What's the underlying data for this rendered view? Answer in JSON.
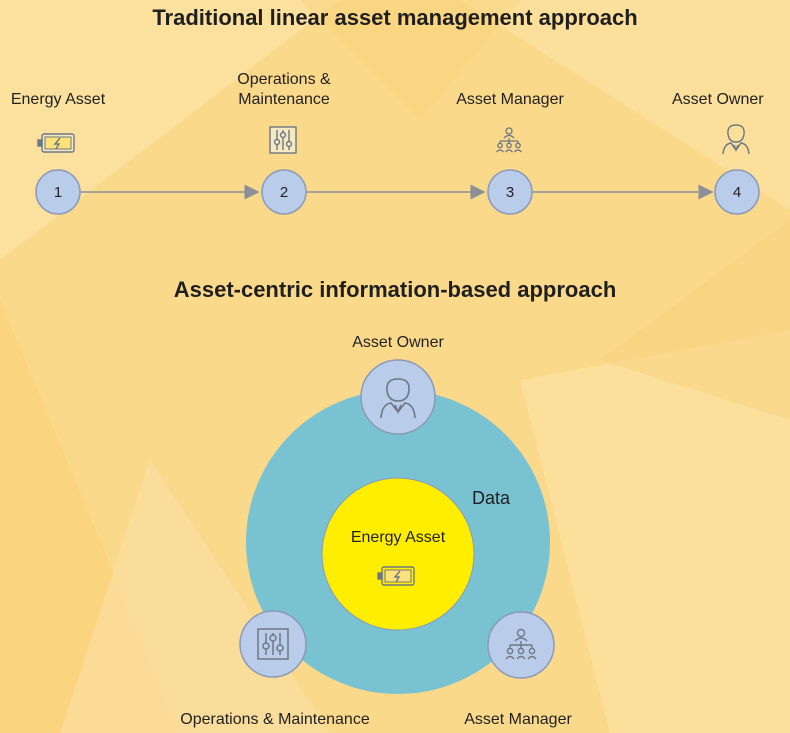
{
  "linear": {
    "title": "Traditional linear asset management approach",
    "stages": [
      {
        "label": "Energy Asset",
        "number": "1",
        "icon": "battery-icon"
      },
      {
        "label": "Operations & Maintenance",
        "number": "2",
        "icon": "equalizer-icon"
      },
      {
        "label": "Asset Manager",
        "number": "3",
        "icon": "org-chart-icon"
      },
      {
        "label": "Asset Owner",
        "number": "4",
        "icon": "person-icon"
      }
    ]
  },
  "centric": {
    "title": "Asset-centric information-based approach",
    "core_label": "Energy Asset",
    "core_icon": "battery-icon",
    "ring_label": "Data",
    "satellites": [
      {
        "label": "Asset Owner",
        "icon": "person-icon"
      },
      {
        "label": "Operations & Maintenance",
        "icon": "equalizer-icon"
      },
      {
        "label": "Asset Manager",
        "icon": "org-chart-icon"
      }
    ]
  },
  "colors": {
    "background": "#fbd98a",
    "node_fill": "#b9cdea",
    "node_stroke": "#8a9ab8",
    "ring_fill": "#79c2d1",
    "core_fill": "#ffee00",
    "arrow": "#8a8f99",
    "icon": "#6d7786"
  }
}
